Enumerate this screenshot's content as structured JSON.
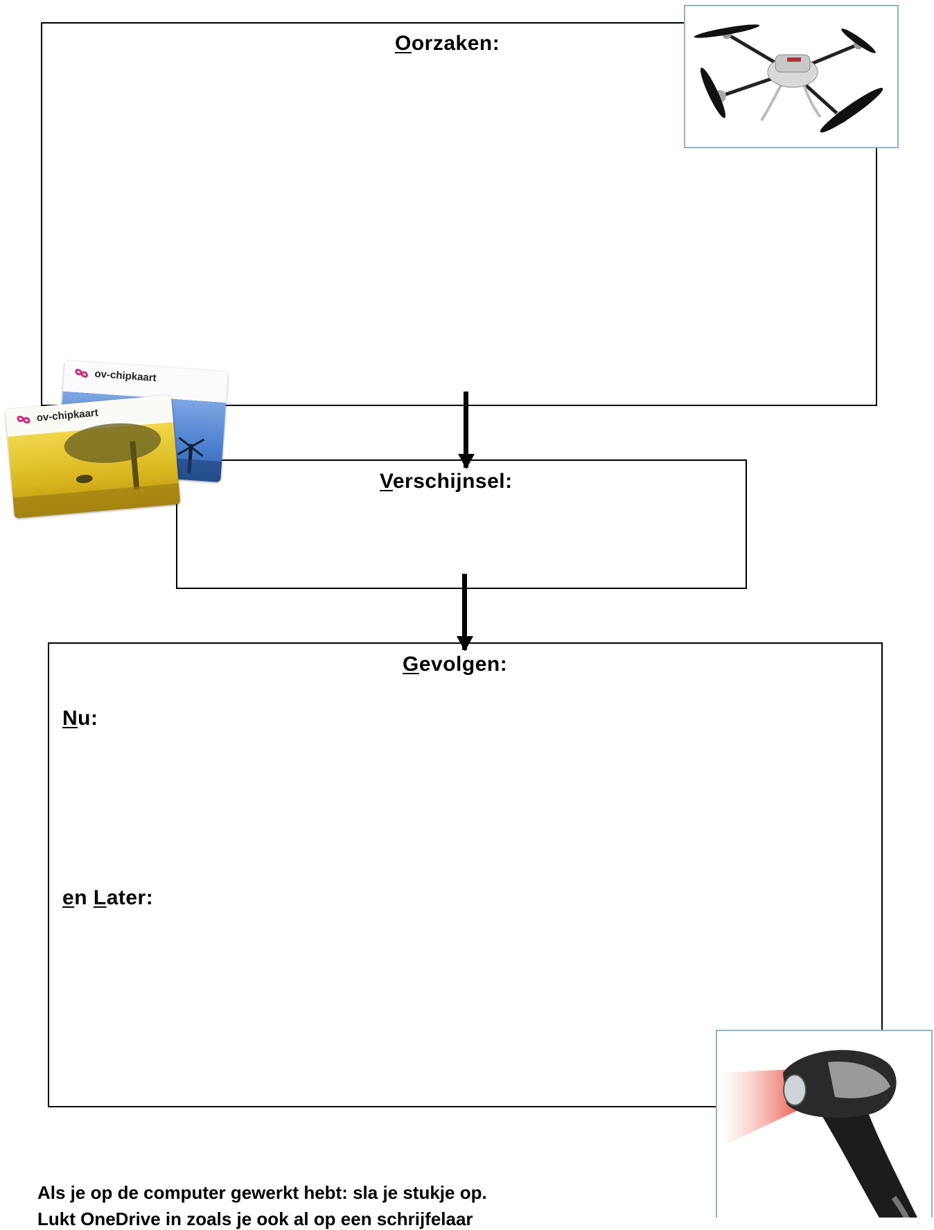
{
  "sections": {
    "oorzaken": {
      "initial": "O",
      "rest": "orzaken:"
    },
    "verschijnsel": {
      "initial": "V",
      "rest": "erschijnsel:"
    },
    "gevolgen": {
      "initial": "G",
      "rest": "evolgen:"
    },
    "nu": {
      "initial": "N",
      "rest": "u:"
    },
    "later": {
      "initial_e": "e",
      "mid": "n ",
      "initial_l": "L",
      "rest": "ater:"
    }
  },
  "cards": {
    "logo_text": "ov-chipkaart"
  },
  "footer": {
    "line1": "Als je op de computer gewerkt hebt: sla je stukje op.",
    "line2": "Lukt OneDrive in",
    "line2_rest": " zoals je ook al op een schrijfelaar"
  },
  "colors": {
    "frame_border": "#8fb0d8",
    "card_magenta": "#d1287a",
    "card_yellow": "#e6c72a",
    "card_blue": "#5a8fd6"
  },
  "icons": {
    "drone": "drone-image",
    "scanner": "barcode-scanner-image",
    "card": "ov-chipkaart-image"
  }
}
